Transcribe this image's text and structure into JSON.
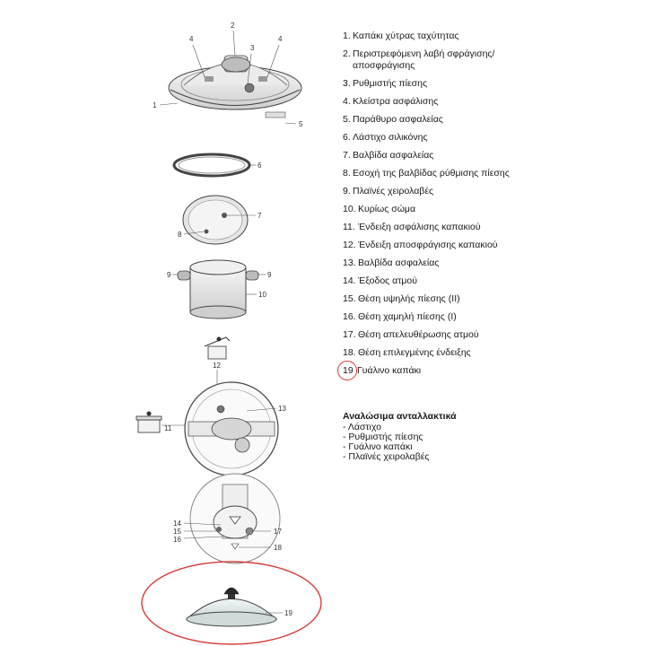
{
  "legend": {
    "items": [
      {
        "num": "1.",
        "text": "Καπάκι χύτρας ταχύτητας"
      },
      {
        "num": "2.",
        "text": "Περιστρεφόμενη λαβή σφράγισης/\nαποσφράγισης"
      },
      {
        "num": "3.",
        "text": "Ρυθμιστής πίεσης"
      },
      {
        "num": "4.",
        "text": "Κλείστρα ασφάλισης"
      },
      {
        "num": "5.",
        "text": "Παράθυρο ασφαλείας"
      },
      {
        "num": "6.",
        "text": "Λάστιχο σιλικόνης"
      },
      {
        "num": "7.",
        "text": "Βαλβίδα ασφαλείας"
      },
      {
        "num": "8.",
        "text": "Εσοχή της βαλβίδας ρύθμισης πίεσης"
      },
      {
        "num": "9.",
        "text": "Πλαϊνές χειρολαβές"
      },
      {
        "num": "10.",
        "text": "Κυρίως σώμα"
      },
      {
        "num": "11.",
        "text": "Ένδειξη ασφάλισης καπακιού"
      },
      {
        "num": "12.",
        "text": "Ένδειξη αποσφράγισης καπακιού"
      },
      {
        "num": "13.",
        "text": "Βαλβίδα ασφαλείας"
      },
      {
        "num": "14.",
        "text": "Έξοδος ατμού"
      },
      {
        "num": "15.",
        "text": "Θέση υψηλής πίεσης (ΙΙ)"
      },
      {
        "num": "16.",
        "text": "Θέση χαμηλή πίεσης (Ι)"
      },
      {
        "num": "17.",
        "text": "Θέση απελευθέρωσης ατμού"
      },
      {
        "num": "18.",
        "text": "Θέση επιλεγμένης ένδειξης"
      },
      {
        "num": "19",
        "text": "Γυάλινο καπάκι",
        "circled": true
      }
    ]
  },
  "spares": {
    "title": "Αναλώσιμα ανταλλακτικά",
    "items": [
      "- Λάστιχο",
      "- Ρυθμιστής πίεσης",
      "- Γυάλινο καπάκι",
      "- Πλαϊνές χειρολαβές"
    ]
  },
  "callouts": {
    "c1": "1",
    "c2": "2",
    "c3": "3",
    "c4a": "4",
    "c4b": "4",
    "c5": "5",
    "c6": "6",
    "c7": "7",
    "c8": "8",
    "c9a": "9",
    "c9b": "9",
    "c10": "10",
    "c11": "11",
    "c12": "12",
    "c13": "13",
    "c14": "14",
    "c15": "15",
    "c16": "16",
    "c17": "17",
    "c18": "18",
    "c19": "19"
  },
  "colors": {
    "highlight": "#d63a3a",
    "line": "#555555"
  }
}
